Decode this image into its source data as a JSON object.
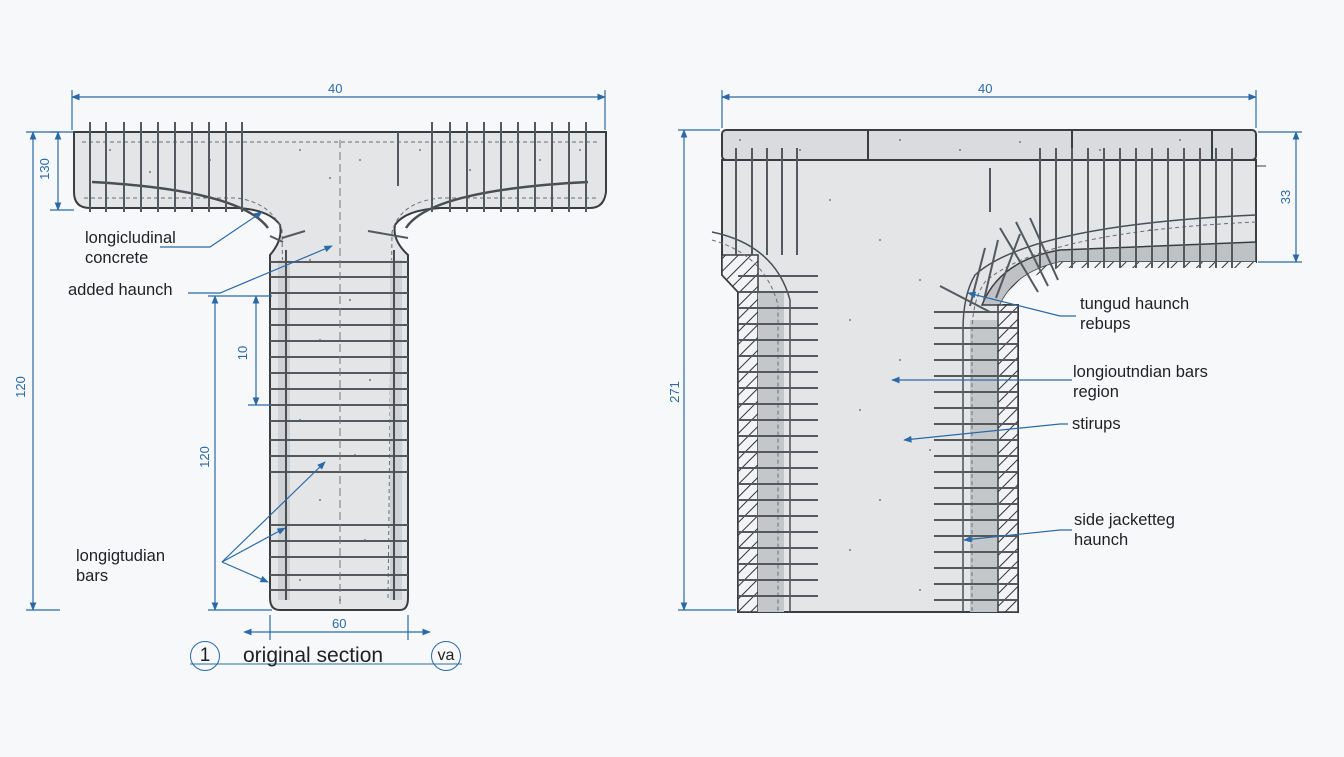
{
  "left_section": {
    "dim_top": "40",
    "dim_flange": "130",
    "dim_total": "120",
    "dim_web_upper": "10",
    "dim_web": "120",
    "dim_bottom": "60",
    "labels": {
      "longitudinal_concrete": "longicludinal\nconcrete",
      "added_haunch": "added haunch",
      "longitudinal_bars": "longigtudian\nbars"
    },
    "caption": {
      "number": "1",
      "title": "original section",
      "suffix": "va"
    }
  },
  "right_section": {
    "dim_top": "40",
    "dim_flange": "33",
    "dim_total": "271",
    "labels": {
      "haunch_rebars": "tungud haunch\nrebups",
      "longitudinal_region": "longioutndian bars\nregion",
      "stirrups": "stirups",
      "side_jacketing": "side jacketteg\nhaunch"
    }
  },
  "colors": {
    "concrete": "#e3e5e7",
    "outline": "#3a3d40",
    "dimension": "#2a6aa8",
    "rebar": "#55595d",
    "jacket": "#c4c7ca"
  }
}
